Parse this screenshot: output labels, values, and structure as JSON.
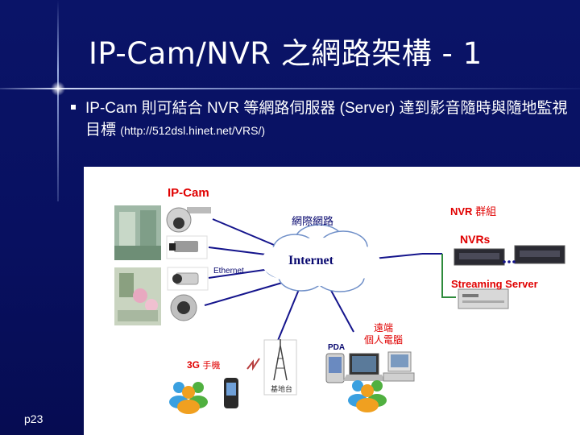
{
  "slide": {
    "title": "IP-Cam/NVR 之網路架構 - 1",
    "page_number": "p23"
  },
  "bullet": {
    "text_main": "IP-Cam 則可結合 NVR 等網路伺服器 (Server) 達到影音隨時與隨地監視目標 ",
    "text_url": "(http://512dsl.hinet.net/VRS/)"
  },
  "diagram": {
    "ipcam_label": "IP-Cam",
    "internet_label": "網際網路",
    "cloud_label": "Internet",
    "ethernet_label": "Ethernet",
    "nvr_group_label_a": "NVR",
    "nvr_group_label_b": "群組",
    "nvrs_label": "NVRs",
    "streaming_label": "Streaming Server",
    "remote_pc_label": "遠端\n個人電腦",
    "pda_label": "PDA",
    "mobile_label_a": "3G",
    "mobile_label_b": "手機",
    "base_station_label": "基地台"
  },
  "colors": {
    "background": "#0a1468",
    "link_line": "#14148c",
    "red_label": "#e00000",
    "green_line": "#2e8b3c"
  }
}
